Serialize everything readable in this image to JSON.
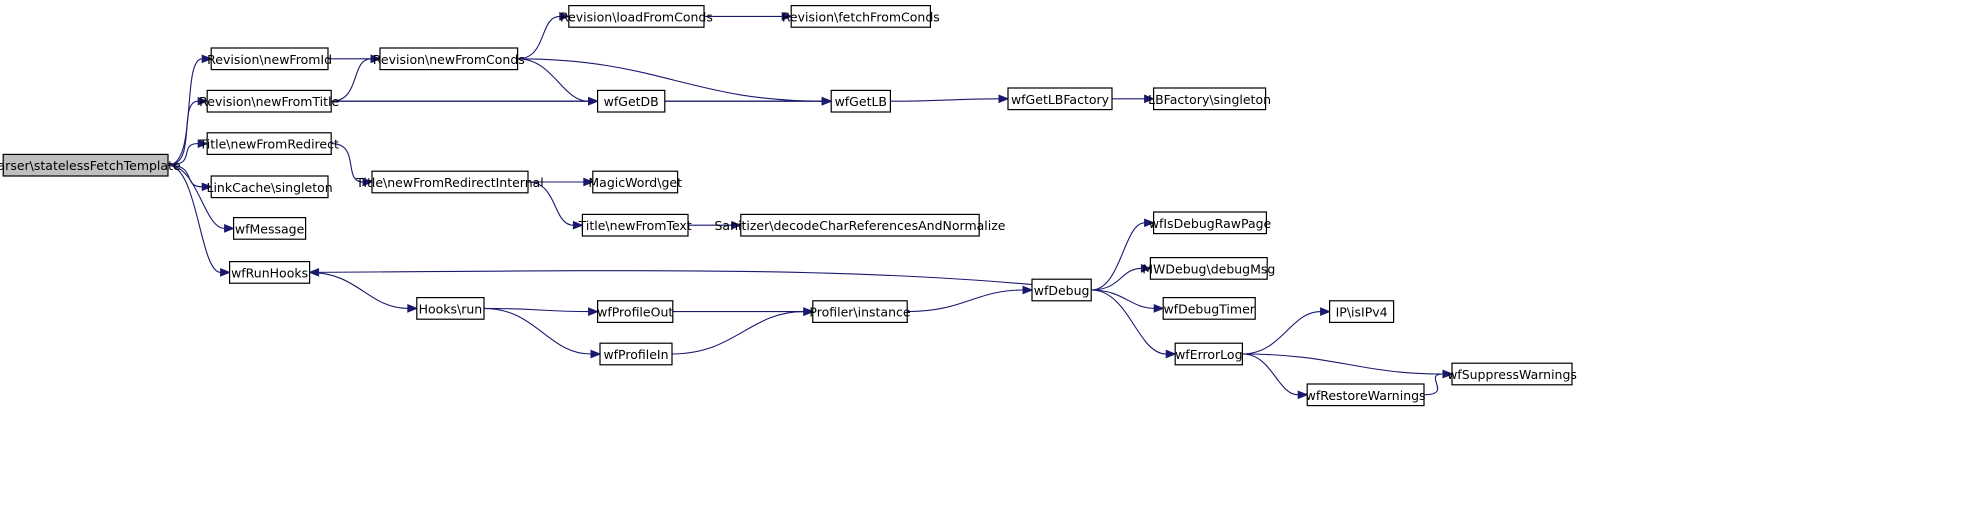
{
  "graph": {
    "nodes": [
      {
        "id": "parser",
        "label": "Parser\\statelessFetchTemplate",
        "root": true
      },
      {
        "id": "rev_newFromId",
        "label": "Revision\\newFromId"
      },
      {
        "id": "rev_newFromConds",
        "label": "Revision\\newFromConds"
      },
      {
        "id": "rev_loadFromConds",
        "label": "Revision\\loadFromConds"
      },
      {
        "id": "rev_fetchFromConds",
        "label": "Revision\\fetchFromConds"
      },
      {
        "id": "rev_newFromTitle",
        "label": "Revision\\newFromTitle"
      },
      {
        "id": "wfGetDB",
        "label": "wfGetDB"
      },
      {
        "id": "wfGetLB",
        "label": "wfGetLB"
      },
      {
        "id": "wfGetLBFactory",
        "label": "wfGetLBFactory"
      },
      {
        "id": "lbfactory_singleton",
        "label": "LBFactory\\singleton"
      },
      {
        "id": "title_newFromRedirect",
        "label": "Title\\newFromRedirect"
      },
      {
        "id": "title_newFromRedirectInternal",
        "label": "Title\\newFromRedirectInternal"
      },
      {
        "id": "magicword_get",
        "label": "MagicWord\\get"
      },
      {
        "id": "title_newFromText",
        "label": "Title\\newFromText"
      },
      {
        "id": "sanitizer",
        "label": "Sanitizer\\decodeCharReferencesAndNormalize"
      },
      {
        "id": "linkcache_singleton",
        "label": "LinkCache\\singleton"
      },
      {
        "id": "wfMessage",
        "label": "wfMessage"
      },
      {
        "id": "wfRunHooks",
        "label": "wfRunHooks"
      },
      {
        "id": "hooks_run",
        "label": "Hooks\\run"
      },
      {
        "id": "wfProfileOut",
        "label": "wfProfileOut"
      },
      {
        "id": "wfProfileIn",
        "label": "wfProfileIn"
      },
      {
        "id": "profiler_instance",
        "label": "Profiler\\instance"
      },
      {
        "id": "wfDebug",
        "label": "wfDebug"
      },
      {
        "id": "wfIsDebugRawPage",
        "label": "wfIsDebugRawPage"
      },
      {
        "id": "mwdebug_debugMsg",
        "label": "MWDebug\\debugMsg"
      },
      {
        "id": "wfDebugTimer",
        "label": "wfDebugTimer"
      },
      {
        "id": "wfErrorLog",
        "label": "wfErrorLog"
      },
      {
        "id": "ip_isIPv4",
        "label": "IP\\isIPv4"
      },
      {
        "id": "wfSuppressWarnings",
        "label": "wfSuppressWarnings"
      },
      {
        "id": "wfRestoreWarnings",
        "label": "wfRestoreWarnings"
      }
    ],
    "edges": [
      [
        "parser",
        "rev_newFromId"
      ],
      [
        "parser",
        "rev_newFromTitle"
      ],
      [
        "parser",
        "title_newFromRedirect"
      ],
      [
        "parser",
        "linkcache_singleton"
      ],
      [
        "parser",
        "wfMessage"
      ],
      [
        "parser",
        "wfRunHooks"
      ],
      [
        "rev_newFromId",
        "rev_newFromConds"
      ],
      [
        "rev_newFromConds",
        "rev_loadFromConds"
      ],
      [
        "rev_newFromConds",
        "wfGetDB"
      ],
      [
        "rev_newFromConds",
        "wfGetLB"
      ],
      [
        "rev_loadFromConds",
        "rev_fetchFromConds"
      ],
      [
        "rev_newFromTitle",
        "rev_newFromConds"
      ],
      [
        "rev_newFromTitle",
        "wfGetDB"
      ],
      [
        "rev_newFromTitle",
        "wfGetLB"
      ],
      [
        "wfGetDB",
        "wfGetLB"
      ],
      [
        "wfGetLB",
        "wfGetLBFactory"
      ],
      [
        "wfGetLBFactory",
        "lbfactory_singleton"
      ],
      [
        "title_newFromRedirect",
        "title_newFromRedirectInternal"
      ],
      [
        "title_newFromRedirectInternal",
        "magicword_get"
      ],
      [
        "title_newFromRedirectInternal",
        "title_newFromText"
      ],
      [
        "title_newFromText",
        "sanitizer"
      ],
      [
        "wfRunHooks",
        "hooks_run"
      ],
      [
        "hooks_run",
        "wfProfileOut"
      ],
      [
        "hooks_run",
        "wfProfileIn"
      ],
      [
        "wfProfileOut",
        "profiler_instance"
      ],
      [
        "wfProfileIn",
        "profiler_instance"
      ],
      [
        "profiler_instance",
        "wfDebug"
      ],
      [
        "wfDebug",
        "wfRunHooks"
      ],
      [
        "wfDebug",
        "wfIsDebugRawPage"
      ],
      [
        "wfDebug",
        "mwdebug_debugMsg"
      ],
      [
        "wfDebug",
        "wfDebugTimer"
      ],
      [
        "wfDebug",
        "wfErrorLog"
      ],
      [
        "wfErrorLog",
        "ip_isIPv4"
      ],
      [
        "wfErrorLog",
        "wfSuppressWarnings"
      ],
      [
        "wfErrorLog",
        "wfRestoreWarnings"
      ],
      [
        "wfRestoreWarnings",
        "wfSuppressWarnings"
      ]
    ]
  },
  "colors": {
    "edge": "#191970",
    "node_fill": "#ffffff",
    "root_fill": "#bfbfbf",
    "node_stroke": "#000000"
  }
}
